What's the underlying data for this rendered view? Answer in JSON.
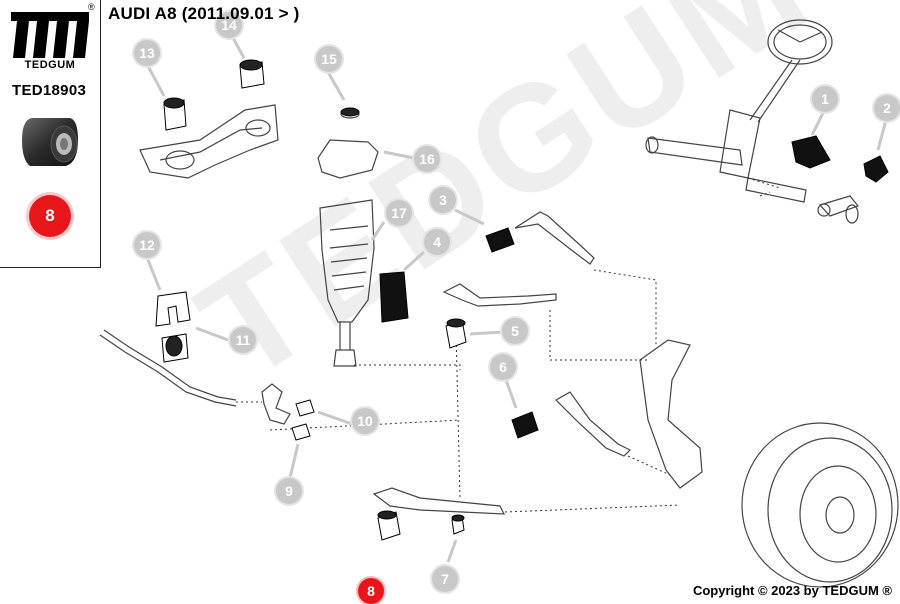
{
  "brand": {
    "name": "TEDGUM",
    "registered_mark": "®",
    "part_number": "TED18903",
    "highlight_position": "8",
    "accent_color": "#e8161b"
  },
  "vehicle": {
    "title": "AUDI A8 (2011.09.01 > )"
  },
  "diagram": {
    "watermark": "TEDGUM",
    "callouts": [
      "1",
      "2",
      "3",
      "4",
      "5",
      "6",
      "7",
      "8",
      "9",
      "10",
      "11",
      "12",
      "13",
      "14",
      "15",
      "16",
      "17"
    ]
  },
  "footer": {
    "copyright": "Copyright © 2023 by TEDGUM ®"
  }
}
